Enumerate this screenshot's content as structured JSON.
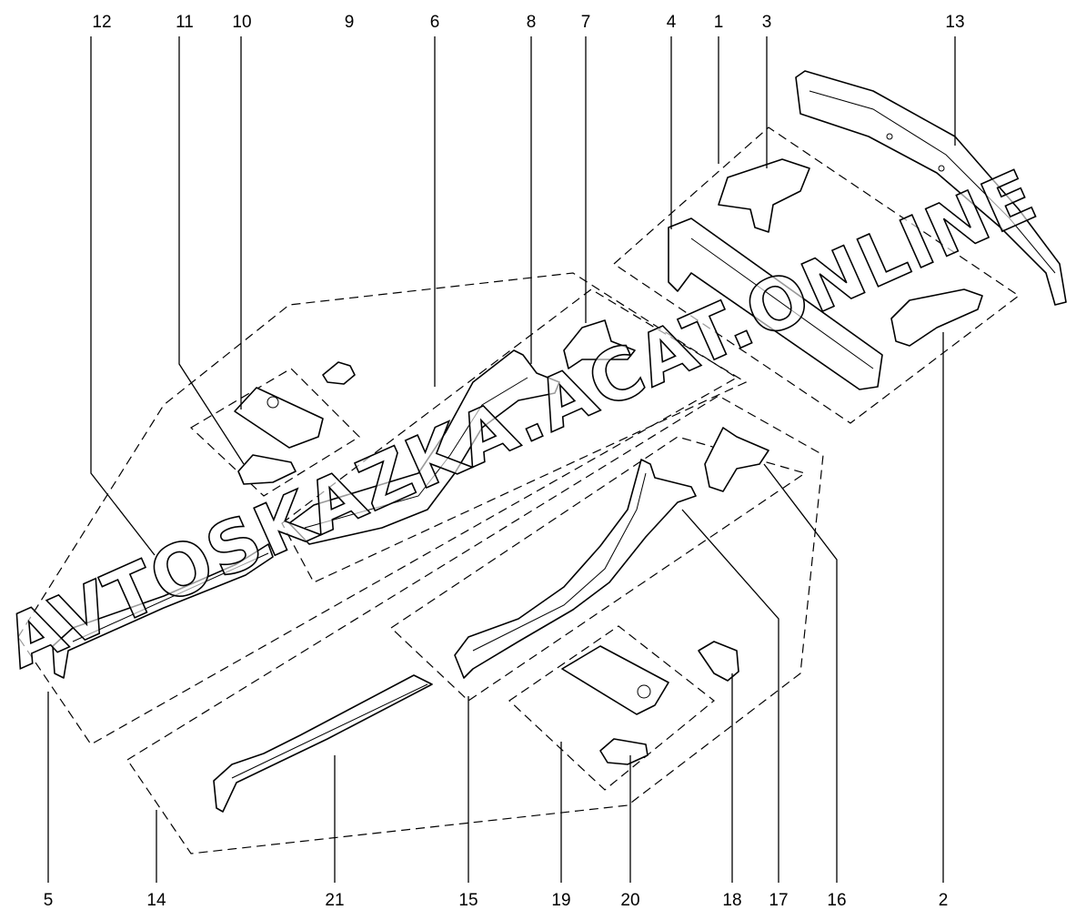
{
  "diagram": {
    "callouts_top": [
      "12",
      "11",
      "10",
      "9",
      "6",
      "8",
      "7",
      "4",
      "1",
      "3",
      "13"
    ],
    "callouts_bottom": [
      "5",
      "14",
      "21",
      "15",
      "19",
      "20",
      "18",
      "17",
      "16",
      "2"
    ],
    "watermark": "AVTOSKAZKA.ACAT.ONLINE"
  }
}
